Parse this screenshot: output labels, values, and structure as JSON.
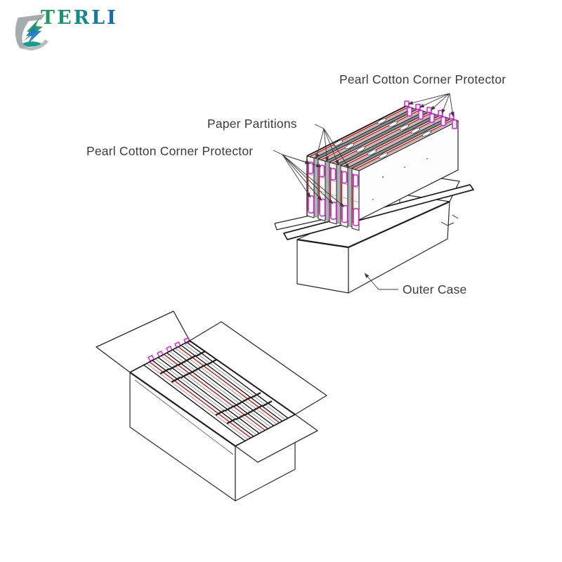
{
  "brand": {
    "name": "TERLI"
  },
  "diagram": {
    "label_corner_protector_top": "Pearl Cotton Corner Protector",
    "label_paper_partitions": "Paper Partitions",
    "label_corner_protector_left": "Pearl Cotton Corner Protector",
    "label_outer_case": "Outer Case",
    "panel_count": 5
  },
  "colors": {
    "corner_protector": "#e318e3",
    "panel_stripe": "#e01010",
    "line_art": "#2a2a2a",
    "label_text": "#3b3b3b",
    "brand_green": "#1fa05a",
    "brand_blue": "#1565c0"
  }
}
